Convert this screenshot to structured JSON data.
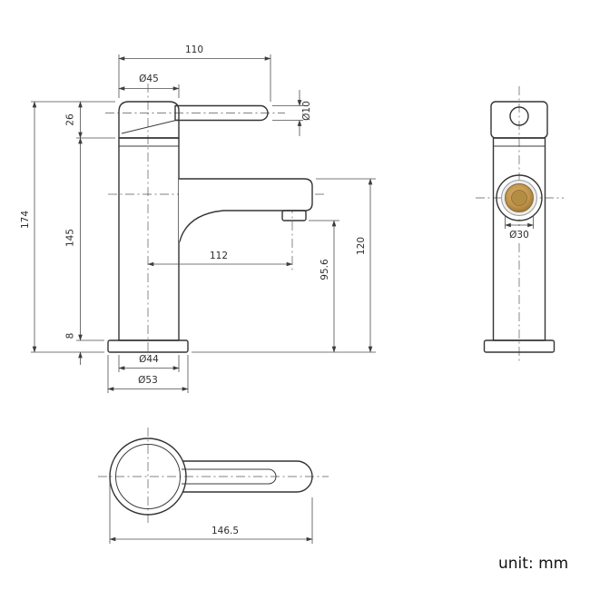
{
  "unit_label": "unit: mm",
  "front_view": {
    "dim_top_width": "110",
    "dim_cap_dia": "Ø45",
    "dim_handle_height": "26",
    "dim_lever_dia": "Ø10",
    "dim_total_height": "174",
    "dim_body_height": "145",
    "dim_base_height": "8",
    "dim_spout_reach": "112",
    "dim_outlet_height": "95.6",
    "dim_spout_height": "120",
    "dim_body_base_dia": "Ø44",
    "dim_base_plate_dia": "Ø53"
  },
  "side_view": {
    "dim_aerator_dia": "Ø30"
  },
  "top_view": {
    "dim_overall_length": "146.5"
  }
}
